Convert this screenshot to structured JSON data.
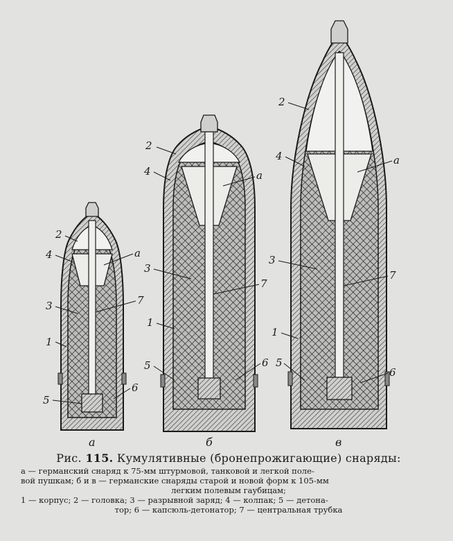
{
  "figure": {
    "subfigures": [
      "а",
      "б",
      "в"
    ],
    "part_labels": {
      "body": "1",
      "head": "2",
      "charge": "3",
      "cap": "4",
      "detonator": "5",
      "primer": "6",
      "tube": "7",
      "cone": "а"
    }
  },
  "caption": {
    "prefix": "Рис.",
    "number": "115.",
    "title": "Кумулятивные (бронепрожигающие) снаряды:",
    "line1": "а — германский снаряд к 75-мм штурмовой, танковой и легкой поле-",
    "line2": "вой пушкам; б и в — германские снаряды старой и новой форм к 105-мм",
    "line3": "легким полевым гаубицам;",
    "line4": "1 — корпус; 2 — головка; 3 — разрывной заряд; 4 — колпак; 5 — детона-",
    "line5": "тор; 6 — капсюль-детонатор; 7 — центральная трубка"
  },
  "colors": {
    "ink": "#1a1a1a",
    "paper": "#e2e2e0"
  }
}
